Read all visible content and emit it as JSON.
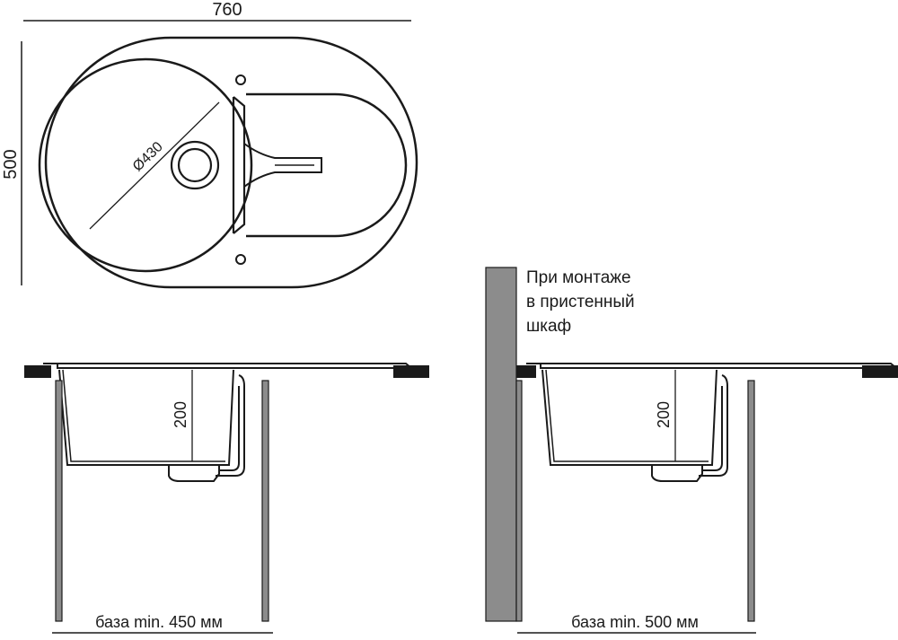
{
  "dimensions": {
    "width_label": "760",
    "height_label": "500",
    "bowl_diameter_label": "Ø430",
    "depth_left_label": "200",
    "depth_right_label": "200"
  },
  "notes": {
    "wall_mount_line1": "При монтаже",
    "wall_mount_line2": "в пристенный",
    "wall_mount_line3": "шкаф"
  },
  "bases": {
    "left_label": "база min. 450 мм",
    "right_label": "база min. 500 мм"
  },
  "colors": {
    "line": "#1a1a1a",
    "wall": "#8c8c8c",
    "support": "#8c8c8c"
  }
}
